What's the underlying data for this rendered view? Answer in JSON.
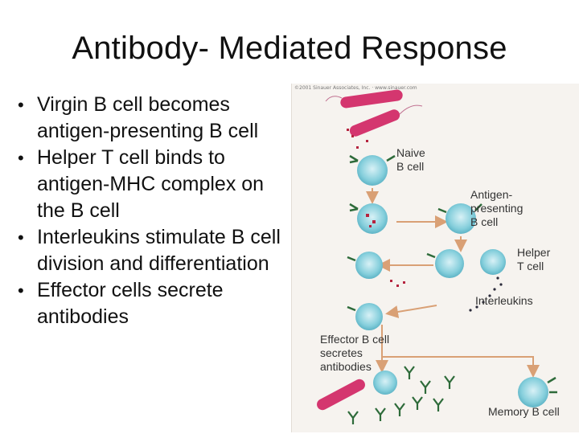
{
  "slide": {
    "title": "Antibody- Mediated Response",
    "bullets": [
      "Virgin B cell becomes antigen-presenting B cell",
      "Helper T cell binds to antigen-MHC complex on the B cell",
      "Interleukins stimulate B cell division and differentiation",
      "Effector cells secrete antibodies"
    ]
  },
  "figure": {
    "copyright": "©2001 Sinauer Associates, Inc. · www.sinauer.com",
    "labels": {
      "naive": "Naive\nB cell",
      "antigen_presenting": "Antigen-\npresenting\nB cell",
      "helper": "Helper\nT cell",
      "interleukins": "Interleukins",
      "effector": "Effector B cell\nsecretes\nantibodies",
      "memory": "Memory B cell"
    },
    "colors": {
      "background": "#f6f3ef",
      "cell": "#7ec9d8",
      "antibody": "#2e6b3a",
      "bacterium": "#d4366f",
      "arrow": "#d9a075"
    }
  }
}
